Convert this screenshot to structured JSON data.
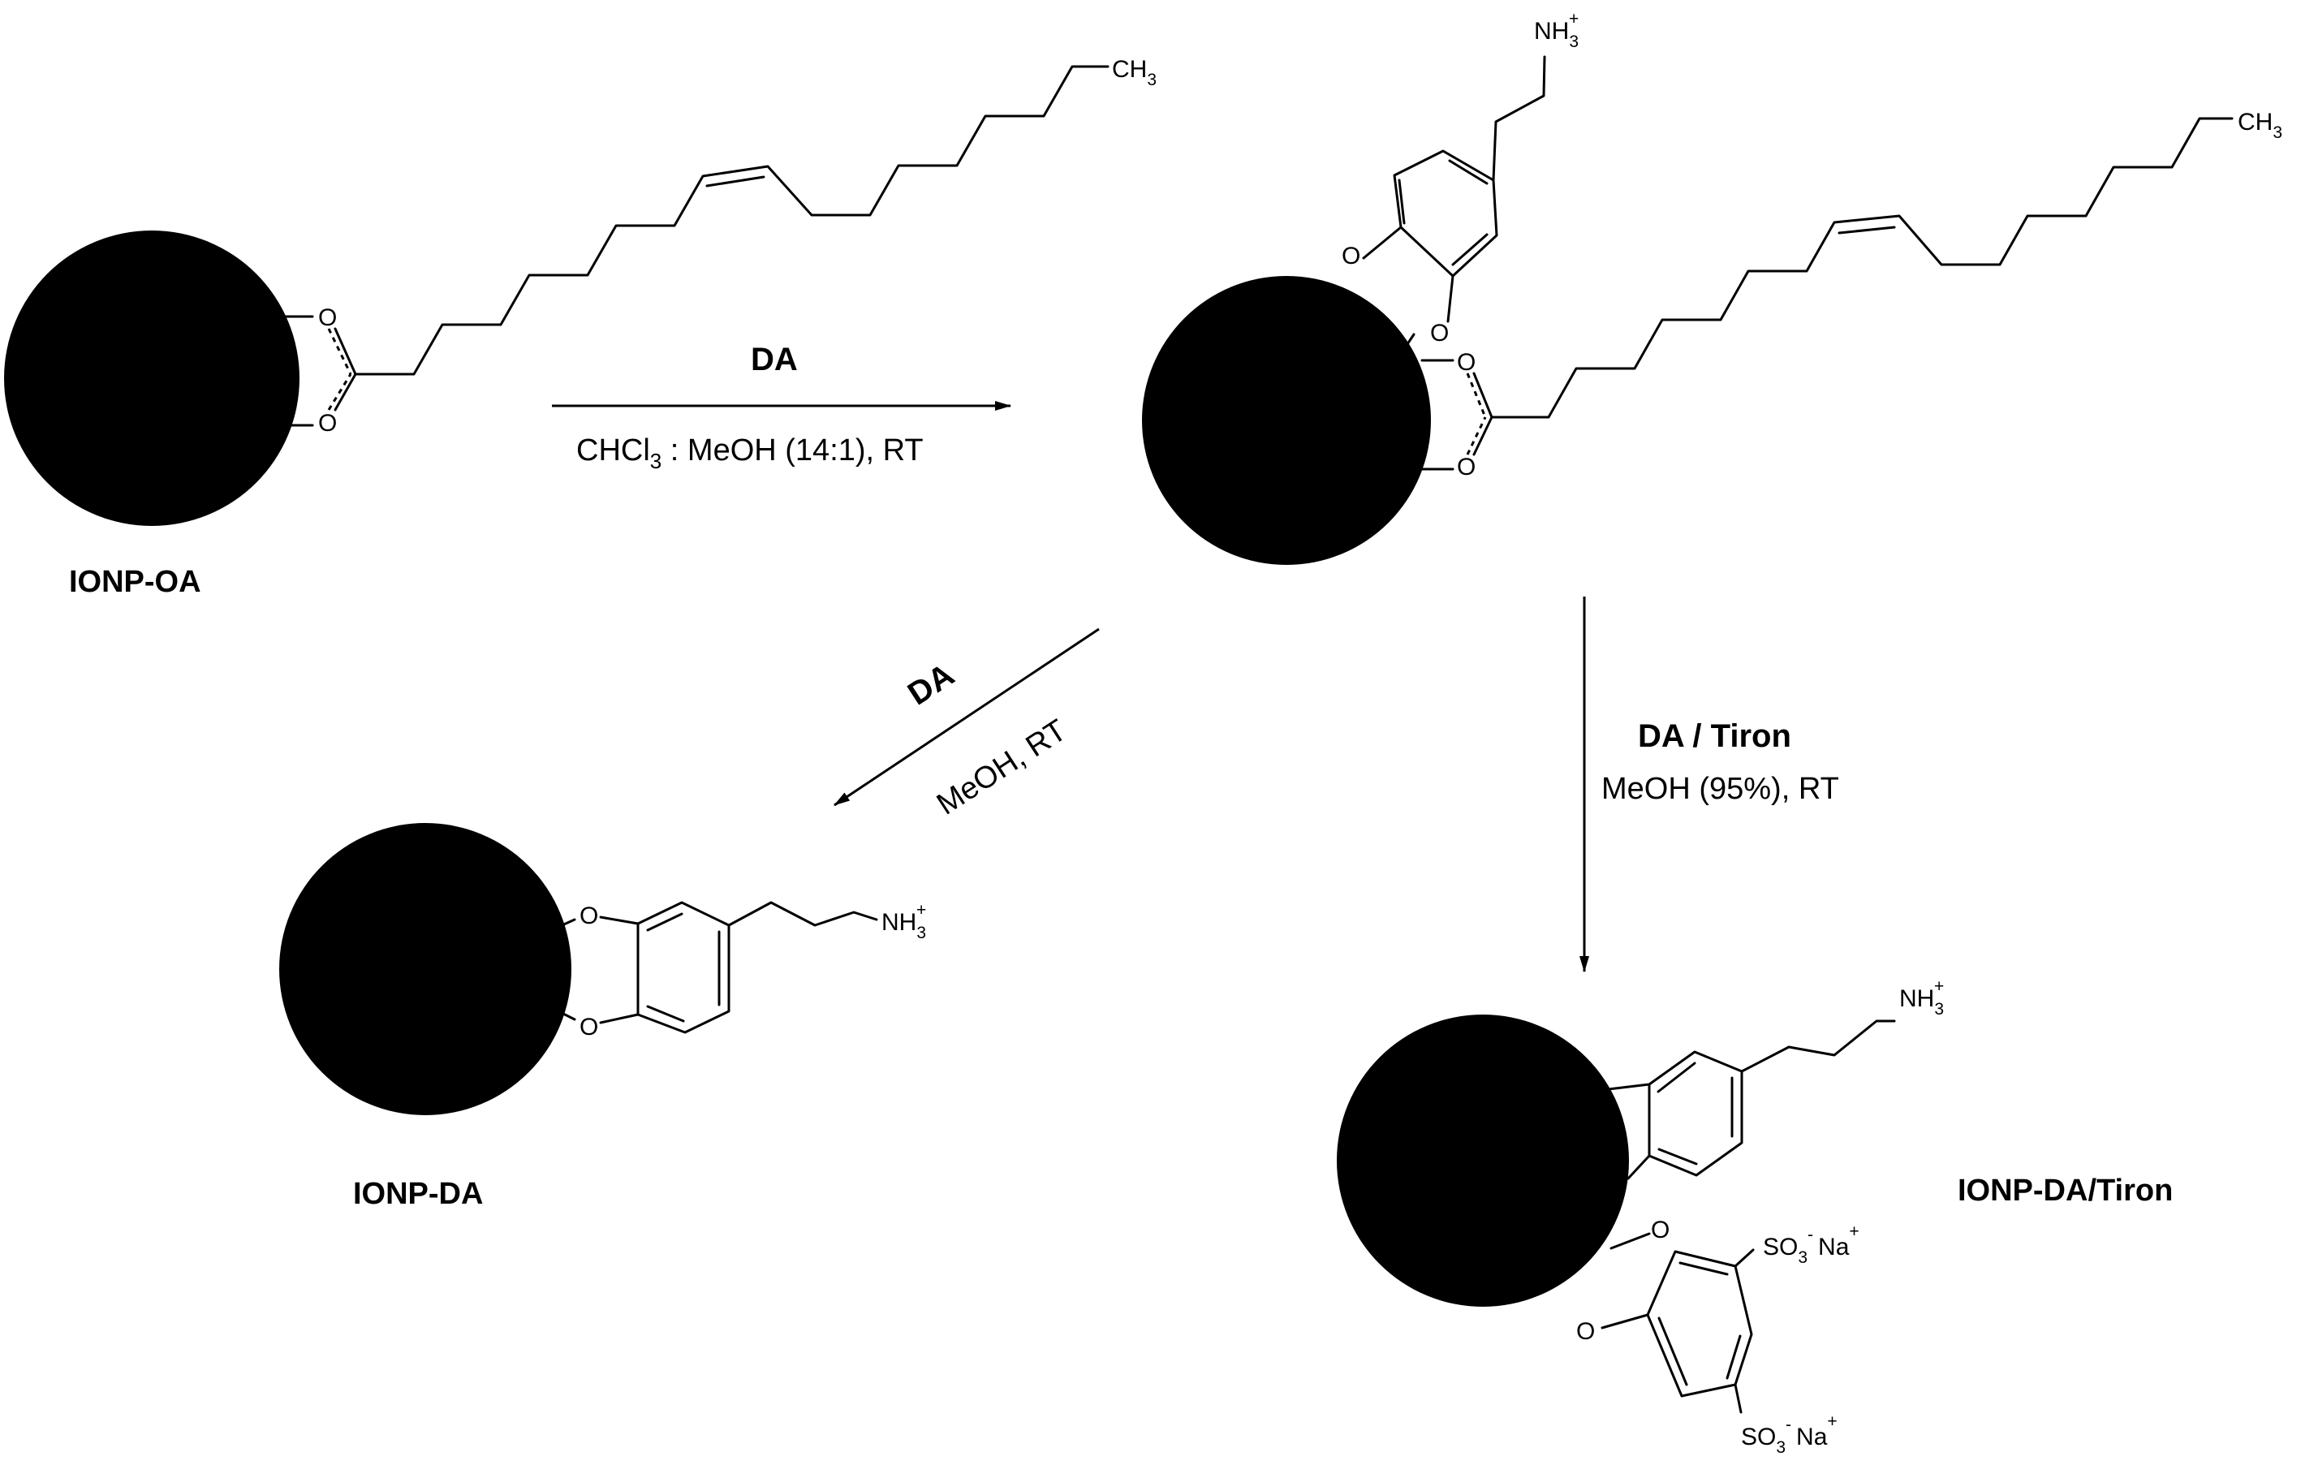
{
  "labels": {
    "ionp_oa": "IONP-OA",
    "ionp_da": "IONP-DA",
    "ionp_da_tiron": "IONP-DA/Tiron"
  },
  "atoms": {
    "O": "O",
    "CH": "CH",
    "three": "3",
    "NH": "NH",
    "plus": "+",
    "minus": "-",
    "SO": "SO",
    "Na": "Na"
  },
  "arrows": {
    "step1": {
      "reagent": "DA",
      "condition_pre": "CHCl",
      "condition_sub": "3",
      "condition_post": " : MeOH (14:1), RT"
    },
    "step2": {
      "reagent": "DA",
      "condition": "MeOH, RT"
    },
    "step3": {
      "reagent": "DA / Tiron",
      "condition": "MeOH (95%), RT"
    }
  }
}
